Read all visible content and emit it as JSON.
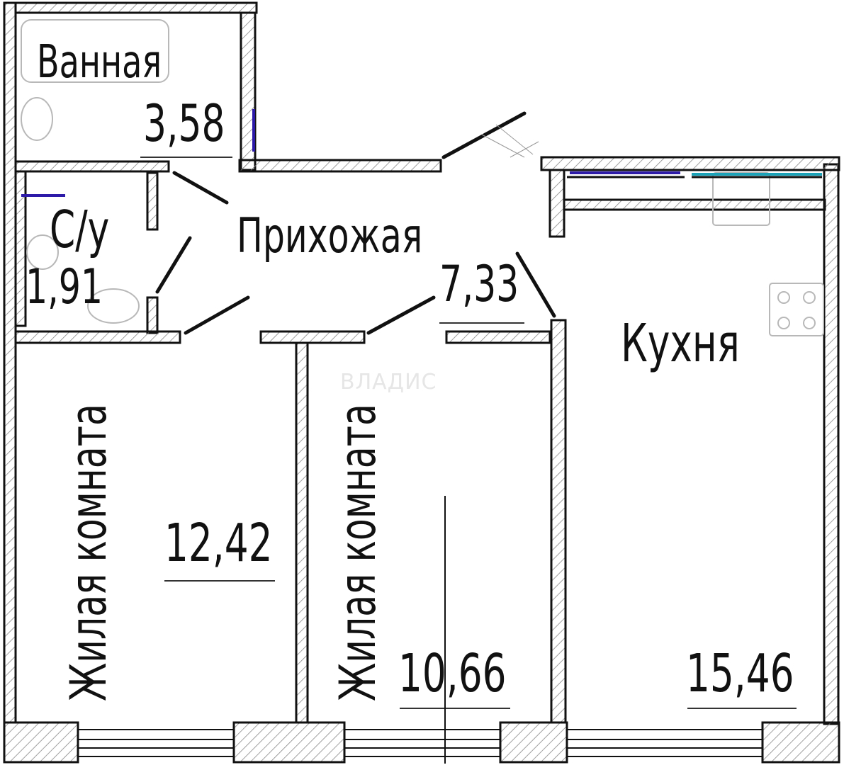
{
  "rooms": {
    "bathroom": {
      "name": "Ванная",
      "area": "3,58"
    },
    "wc": {
      "name": "С/у",
      "area": "1,91"
    },
    "hallway": {
      "name": "Прихожая",
      "area": "7,33"
    },
    "living_room_1": {
      "name": "Жилая комната",
      "area": "12,42"
    },
    "living_room_2": {
      "name": "Жилая комната",
      "area": "10,66"
    },
    "kitchen": {
      "name": "Кухня",
      "area": "15,46"
    }
  },
  "watermark": "ВЛАДИС",
  "colors": {
    "wall_line": "#111111",
    "hatch": "#888888",
    "accent_blue": "#2d1aa8",
    "accent_cyan": "#1aa3b8",
    "fixture": "#b8b8b8"
  }
}
